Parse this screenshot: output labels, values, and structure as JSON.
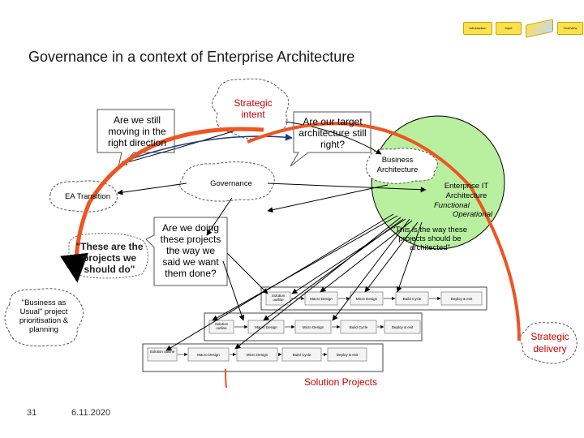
{
  "header": {
    "title": "Governance in a context of Enterprise Architecture",
    "nav": [
      "Introduction",
      "Input",
      "",
      "Overview"
    ]
  },
  "diagram": {
    "strategic_intent": "Strategic intent",
    "q_direction": "Are we still moving in the right direction",
    "q_target": "Are our target architecture still right?",
    "business_arch": "Business Architecture",
    "governance": "Governance",
    "ea_transition": "EA Transition",
    "enterprise_it": "Enterprise IT Architecture",
    "functional": "Functional",
    "operational": "Operational",
    "q_doing": "Are we doing these projects the way we said we want them done?",
    "should_do": "\"These are the projects we should do\"",
    "way_built": "\"This is the way these projects should be architected\"",
    "bau": "\"Business as Usual\" project prioritisation & planning",
    "strategic_delivery": "Strategic delivery",
    "solution_projects": "Solution Projects",
    "stages": [
      "Solution outline",
      "Macro Design",
      "Micro Design",
      "Build Cycle",
      "Deploy & exit"
    ]
  },
  "footer": {
    "page_number": "31",
    "date": "6.11.2020"
  }
}
